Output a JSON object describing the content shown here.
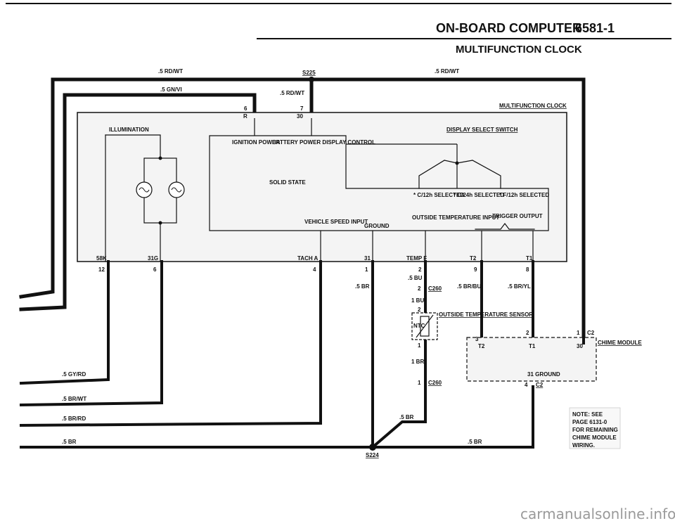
{
  "header": {
    "title": "ON-BOARD COMPUTER",
    "page_number": "6581-1",
    "subtitle": "MULTIFUNCTION CLOCK"
  },
  "watermark": "carmanualsonline.info",
  "splices": {
    "top": "S225",
    "bottom": "S224"
  },
  "wires": {
    "rd_wt_left": ".5 RD/WT",
    "rd_wt_right": ".5 RD/WT",
    "gn_vi": ".5 GN/VI",
    "rd_wt_drop": ".5 RD/WT",
    "gy_rd": ".5 GY/RD",
    "br_wt": ".5 BR/WT",
    "br_rd": ".5 BR/RD",
    "br_bottom": ".5 BR",
    "br_bottom_right": ".5 BR",
    "br_diag": ".5 BR",
    "br_gnd": ".5 BR",
    "bu_top": ".5 BU",
    "bu_1": "1 BU",
    "br_1": "1 BR",
    "br_bu": ".5 BR/BU",
    "br_yl": ".5 BR/YL"
  },
  "clock_module": {
    "name": "MULTIFUNCTION CLOCK",
    "illumination": "ILLUMINATION",
    "ignition_power": "IGNITION POWER",
    "battery_power_display_control": "BATTERY POWER DISPLAY CONTROL",
    "solid_state": "SOLID STATE",
    "display_select_switch": "DISPLAY SELECT SWITCH",
    "c12h": "* C/12h SELECTED",
    "c24h": "* C/24h SELECTED",
    "f12h": "* F/12h SELECTED",
    "vehicle_speed_input": "VEHICLE SPEED INPUT",
    "ground": "GROUND",
    "outside_temp_input": "OUTSIDE TEMPERATURE INPUT",
    "trigger_output": "TRIGGER OUTPUT",
    "pins_top": [
      {
        "terminal": "R",
        "pin": "6"
      },
      {
        "terminal": "30",
        "pin": "7"
      }
    ],
    "pins_bottom": [
      {
        "terminal": "58K",
        "pin": "12"
      },
      {
        "terminal": "31G",
        "pin": "6"
      },
      {
        "terminal": "TACH A",
        "pin": "4"
      },
      {
        "terminal": "31",
        "pin": "1"
      },
      {
        "terminal": "TEMP F",
        "pin": "2"
      },
      {
        "terminal": "T2",
        "pin": "9"
      },
      {
        "terminal": "T1",
        "pin": "8"
      }
    ]
  },
  "connectors": {
    "c260_top": "C260",
    "c260_bottom": "C260",
    "c2_top": "C2",
    "c2_bottom": "C2"
  },
  "sensor": {
    "label": "OUTSIDE TEMPERATURE SENSOR",
    "ntc": "NTC",
    "pin_top": "2",
    "pin_bottom": "1",
    "c260_top_pin": "2",
    "c260_bottom_pin": "1"
  },
  "chime_module": {
    "label": "CHIME MODULE",
    "t2": "T2",
    "t1": "T1",
    "t30": "30",
    "ground": "31 GROUND",
    "pin_t2": "3",
    "pin_t1": "2",
    "pin_30": "1",
    "pin_gnd": "4"
  },
  "note": [
    "NOTE: SEE",
    "PAGE 6131-0",
    "FOR REMAINING",
    "CHIME MODULE",
    "WIRING."
  ]
}
